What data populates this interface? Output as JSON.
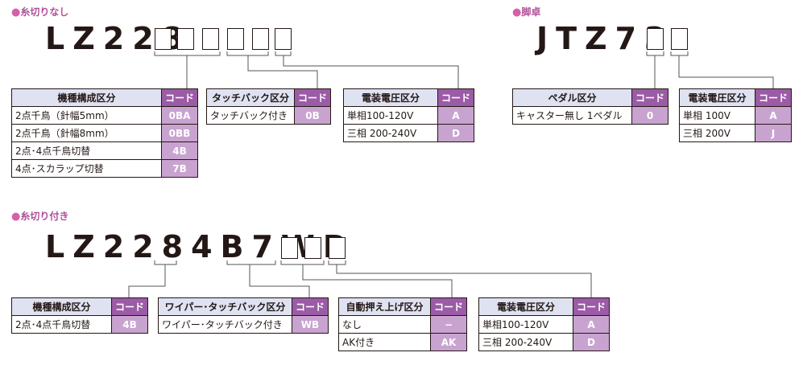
{
  "sections": {
    "no_thread": "糸切りなし",
    "stand": "脚卓",
    "with_thread": "糸切り付き"
  },
  "models": {
    "lz228": "LZ228",
    "jtz73": "JTZ73",
    "lz2284b7wb": "LZ2284B7WB"
  },
  "code_label": "コード",
  "t1": {
    "title": "機種構成区分",
    "rows": [
      {
        "label": "2点千鳥（針幅5mm）",
        "code": "0BA"
      },
      {
        "label": "2点千鳥（針幅8mm）",
        "code": "0BB"
      },
      {
        "label": "2点･4点千鳥切替",
        "code": "4B"
      },
      {
        "label": "4点･スカラップ切替",
        "code": "7B"
      }
    ]
  },
  "t2": {
    "title": "タッチバック区分",
    "rows": [
      {
        "label": "タッチバック付き",
        "code": "0B"
      }
    ]
  },
  "t3": {
    "title": "電装電圧区分",
    "rows": [
      {
        "label": "単相100-120V",
        "code": "A"
      },
      {
        "label": "三相 200-240V",
        "code": "D"
      }
    ]
  },
  "t4": {
    "title": "ペダル区分",
    "rows": [
      {
        "label": "キャスター無し 1ペダル",
        "code": "0"
      }
    ]
  },
  "t5": {
    "title": "電装電圧区分",
    "rows": [
      {
        "label": "単相 100V",
        "code": "A"
      },
      {
        "label": "三相 200V",
        "code": "J"
      }
    ]
  },
  "t6": {
    "title": "機種構成区分",
    "rows": [
      {
        "label": "2点･4点千鳥切替",
        "code": "4B"
      }
    ]
  },
  "t7": {
    "title": "ワイパー･タッチバック区分",
    "rows": [
      {
        "label": "ワイパー･タッチバック付き",
        "code": "WB"
      }
    ]
  },
  "t8": {
    "title": "自動押え上げ区分",
    "rows": [
      {
        "label": "なし",
        "code": "−"
      },
      {
        "label": "AK付き",
        "code": "AK"
      }
    ]
  },
  "t9": {
    "title": "電装電圧区分",
    "rows": [
      {
        "label": "単相100-120V",
        "code": "A"
      },
      {
        "label": "三相 200-240V",
        "code": "D"
      }
    ]
  }
}
